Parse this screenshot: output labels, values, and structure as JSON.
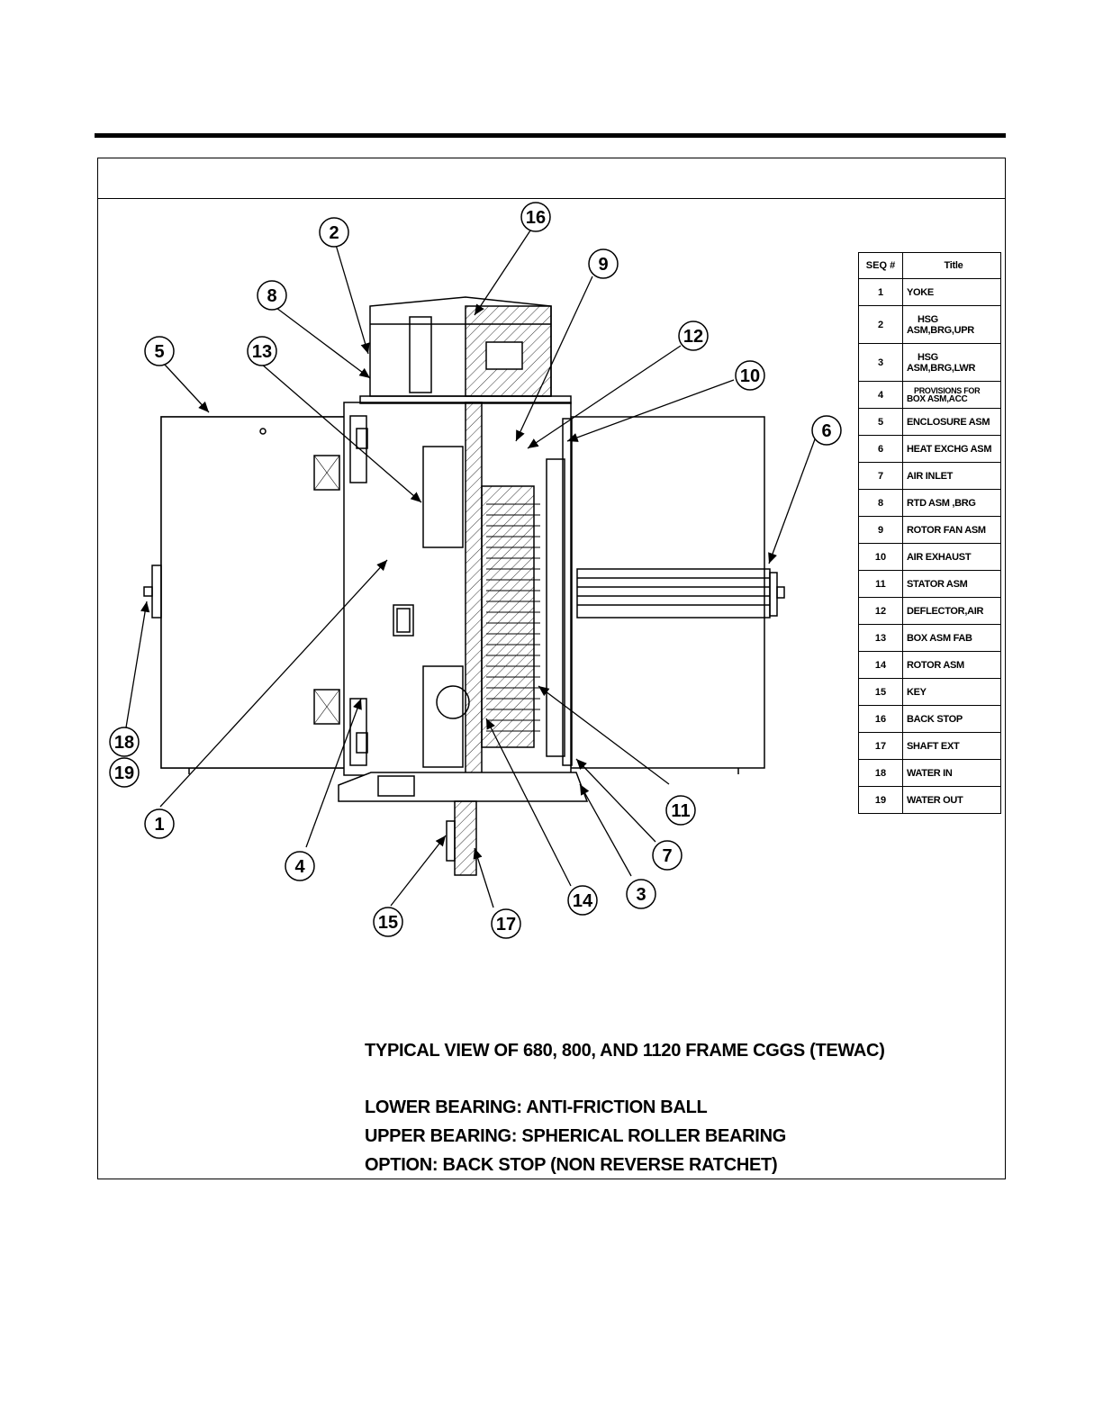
{
  "figure": {
    "caption_title": "TYPICAL VIEW OF 680, 800, AND 1120 FRAME CGGS (TEWAC)",
    "notes": [
      "LOWER BEARING: ANTI-FRICTION BALL",
      "UPPER BEARING: SPHERICAL ROLLER BEARING",
      "OPTION: BACK STOP (NON REVERSE RATCHET)"
    ]
  },
  "parts_table": {
    "header_seq": "SEQ #",
    "header_title": "Title",
    "rows": [
      {
        "seq": "1",
        "title": "YOKE"
      },
      {
        "seq": "2",
        "title_lines": [
          "HSG",
          "ASM,BRG,UPR"
        ]
      },
      {
        "seq": "3",
        "title_lines": [
          "HSG",
          "ASM,BRG,LWR"
        ]
      },
      {
        "seq": "4",
        "title_lines": [
          "PROVISIONS FOR",
          "BOX ASM,ACC"
        ]
      },
      {
        "seq": "5",
        "title": "ENCLOSURE ASM"
      },
      {
        "seq": "6",
        "title": "HEAT EXCHG ASM"
      },
      {
        "seq": "7",
        "title": "AIR INLET"
      },
      {
        "seq": "8",
        "title": "RTD ASM ,BRG"
      },
      {
        "seq": "9",
        "title": "ROTOR FAN ASM"
      },
      {
        "seq": "10",
        "title": "AIR EXHAUST"
      },
      {
        "seq": "11",
        "title": "STATOR ASM"
      },
      {
        "seq": "12",
        "title": "DEFLECTOR,AIR"
      },
      {
        "seq": "13",
        "title": "BOX ASM FAB"
      },
      {
        "seq": "14",
        "title": "ROTOR ASM"
      },
      {
        "seq": "15",
        "title": "KEY"
      },
      {
        "seq": "16",
        "title": "BACK STOP"
      },
      {
        "seq": "17",
        "title": "SHAFT EXT"
      },
      {
        "seq": "18",
        "title": "WATER IN"
      },
      {
        "seq": "19",
        "title": "WATER OUT"
      }
    ]
  },
  "callouts": [
    "1",
    "2",
    "3",
    "4",
    "5",
    "6",
    "7",
    "8",
    "9",
    "10",
    "11",
    "12",
    "13",
    "14",
    "15",
    "16",
    "17",
    "18",
    "19"
  ]
}
